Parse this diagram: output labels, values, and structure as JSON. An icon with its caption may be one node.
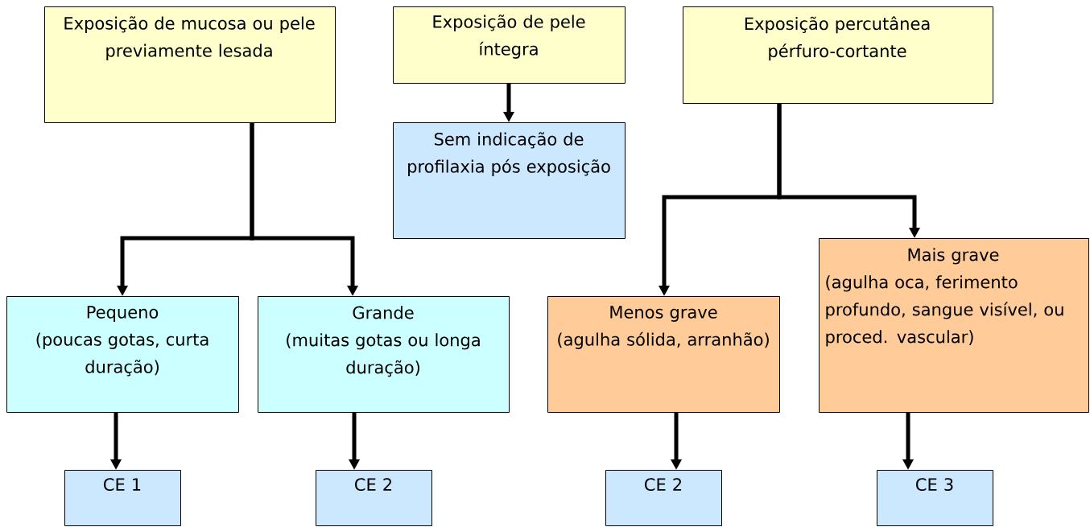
{
  "diagram": {
    "nodes": [
      {
        "text": [
          "Exposição de mucosa ou pele previamente lesada"
        ]
      },
      {
        "text": [
          "Exposição de pele íntegra"
        ]
      },
      {
        "text": [
          "Exposição percutânea pérfuro-cortante"
        ]
      },
      {
        "text": [
          "Sem indicação de profilaxia pós exposição"
        ]
      },
      {
        "text": [
          "Pequeno",
          "(poucas gotas, curta duração)"
        ]
      },
      {
        "text": [
          "Grande",
          "(muitas gotas ou longa duração)"
        ]
      },
      {
        "text": [
          "Menos grave",
          "(agulha sólida, arranhão)"
        ]
      },
      {
        "text": [
          "Mais grave",
          "(agulha oca, ferimento profundo, sangue visível, ou proced. vascular)"
        ]
      },
      {
        "text": [
          "CE 1"
        ]
      },
      {
        "text": [
          "CE 2"
        ]
      },
      {
        "text": [
          "CE 2"
        ]
      },
      {
        "text": [
          "CE 3"
        ]
      }
    ],
    "edges": [
      {
        "from": 0,
        "to": 4,
        "arrow": "to"
      },
      {
        "from": 0,
        "to": 5,
        "arrow": "to"
      },
      {
        "from": 1,
        "to": 3,
        "arrow": "to"
      },
      {
        "from": 2,
        "to": 6,
        "arrow": "to"
      },
      {
        "from": 2,
        "to": 7,
        "arrow": "to"
      },
      {
        "from": 4,
        "to": 8,
        "arrow": "to"
      },
      {
        "from": 5,
        "to": 9,
        "arrow": "to"
      },
      {
        "from": 6,
        "to": 10,
        "arrow": "to"
      },
      {
        "from": 7,
        "to": 11,
        "arrow": "to"
      }
    ]
  }
}
